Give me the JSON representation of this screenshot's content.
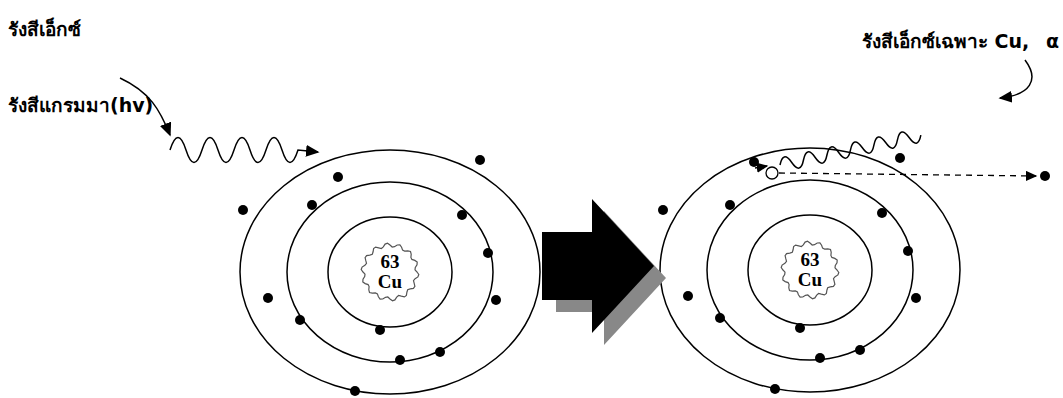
{
  "diagram": {
    "nodes": [
      {
        "text": [
          "63",
          "Cu"
        ]
      },
      {
        "text": [
          "63",
          "Cu"
        ]
      }
    ],
    "labels": [
      "รังสีเอ็กซ์",
      "รังสีแกรมมา(hv)",
      "รังสีเอ็กซ์เฉพาะ Cu,",
      "α"
    ]
  }
}
